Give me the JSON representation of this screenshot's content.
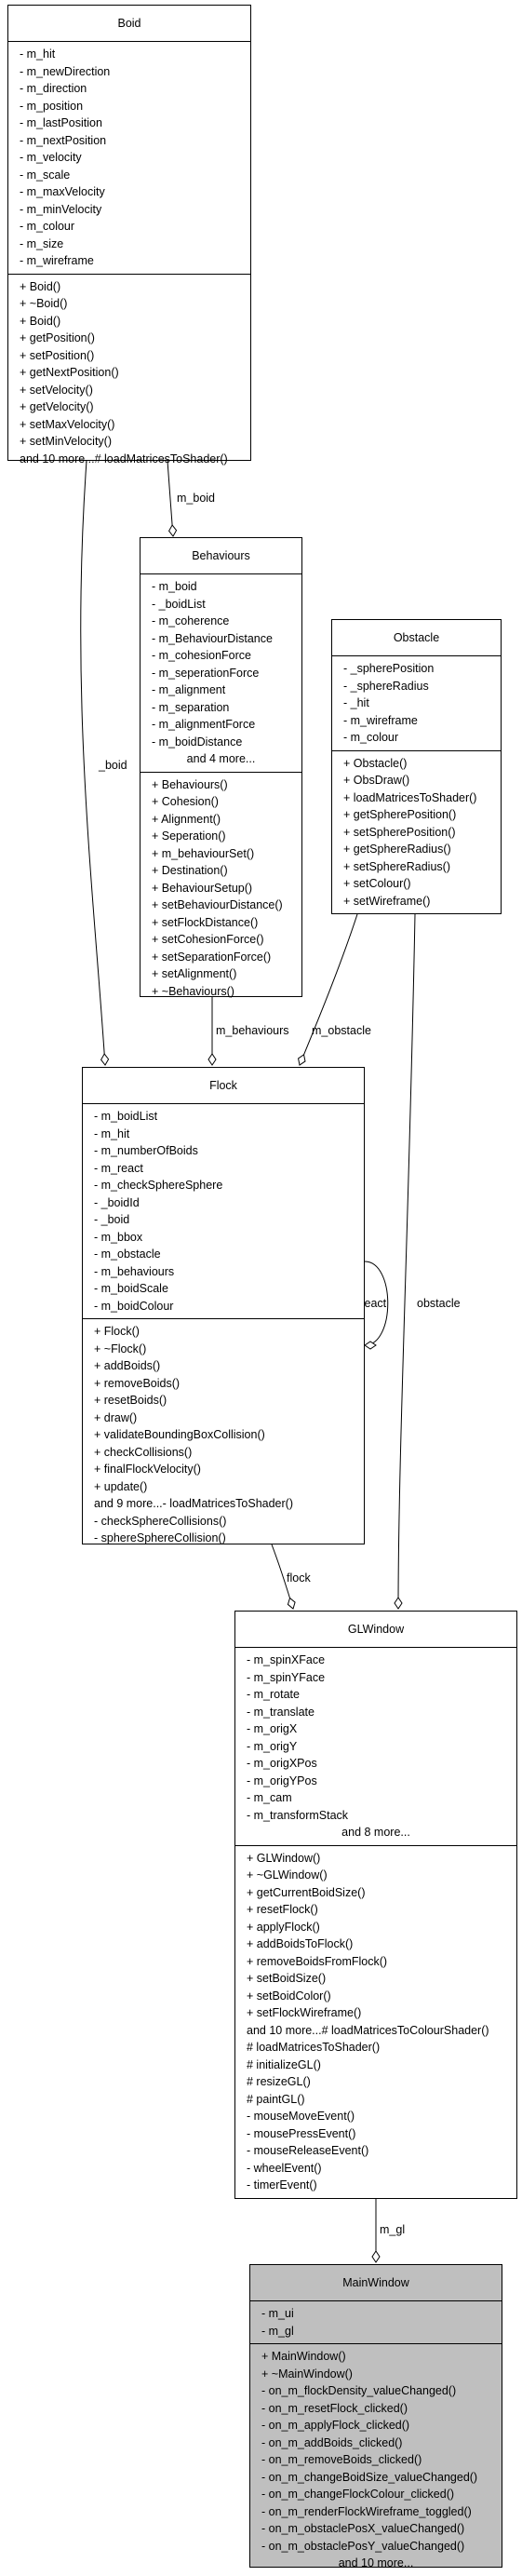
{
  "classes": {
    "boid": {
      "name": "Boid",
      "attributes": [
        "- m_hit",
        "- m_newDirection",
        "- m_direction",
        "- m_position",
        "- m_lastPosition",
        "- m_nextPosition",
        "- m_velocity",
        "- m_scale",
        "- m_maxVelocity",
        "- m_minVelocity",
        "- m_colour",
        "- m_size",
        "- m_wireframe"
      ],
      "methods": [
        "+ Boid()",
        "+ ~Boid()",
        "+ Boid()",
        "+ getPosition()",
        "+ setPosition()",
        "+ getNextPosition()",
        "+ setVelocity()",
        "+ getVelocity()",
        "+ setMaxVelocity()",
        "+ setMinVelocity()",
        "and 10 more...# loadMatricesToShader()"
      ]
    },
    "behaviours": {
      "name": "Behaviours",
      "attributes": [
        "- m_boid",
        "- _boidList",
        "- m_coherence",
        "- m_BehaviourDistance",
        "- m_cohesionForce",
        "- m_seperationForce",
        "- m_alignment",
        "- m_separation",
        "- m_alignmentForce",
        "- m_boidDistance"
      ],
      "attributes_more": "and 4 more...",
      "methods": [
        "+ Behaviours()",
        "+ Cohesion()",
        "+ Alignment()",
        "+ Seperation()",
        "+ m_behaviourSet()",
        "+ Destination()",
        "+ BehaviourSetup()",
        "+ setBehaviourDistance()",
        "+ setFlockDistance()",
        "+ setCohesionForce()",
        "+ setSeparationForce()",
        "+ setAlignment()",
        "+ ~Behaviours()"
      ]
    },
    "obstacle": {
      "name": "Obstacle",
      "attributes": [
        "- _spherePosition",
        "- _sphereRadius",
        "- _hit",
        "- m_wireframe",
        "- m_colour"
      ],
      "methods": [
        "+ Obstacle()",
        "+ ObsDraw()",
        "+ loadMatricesToShader()",
        "+ getSpherePosition()",
        "+ setSpherePosition()",
        "+ getSphereRadius()",
        "+ setSphereRadius()",
        "+ setColour()",
        "+ setWireframe()"
      ]
    },
    "flock": {
      "name": "Flock",
      "attributes": [
        "- m_boidList",
        "- m_hit",
        "- m_numberOfBoids",
        "- m_react",
        "- m_checkSphereSphere",
        "- _boidId",
        "- _boid",
        "- m_bbox",
        "- m_obstacle",
        "- m_behaviours",
        "- m_boidScale",
        "- m_boidColour"
      ],
      "methods": [
        "+ Flock()",
        "+ ~Flock()",
        "+ addBoids()",
        "+ removeBoids()",
        "+ resetBoids()",
        "+ draw()",
        "+ validateBoundingBoxCollision()",
        "+ checkCollisions()",
        "+ finalFlockVelocity()",
        "+ update()",
        "and 9 more...- loadMatricesToShader()",
        "- checkSphereCollisions()",
        "- sphereSphereCollision()"
      ]
    },
    "glwindow": {
      "name": "GLWindow",
      "attributes": [
        "- m_spinXFace",
        "- m_spinYFace",
        "- m_rotate",
        "- m_translate",
        "- m_origX",
        "- m_origY",
        "- m_origXPos",
        "- m_origYPos",
        "- m_cam",
        "- m_transformStack"
      ],
      "attributes_more": "and 8 more...",
      "methods": [
        "+ GLWindow()",
        "+ ~GLWindow()",
        "+ getCurrentBoidSize()",
        "+ resetFlock()",
        "+ applyFlock()",
        "+ addBoidsToFlock()",
        "+ removeBoidsFromFlock()",
        "+ setBoidSize()",
        "+ setBoidColor()",
        "+ setFlockWireframe()",
        "and 10 more...# loadMatricesToColourShader()",
        "# loadMatricesToShader()",
        "# initializeGL()",
        "# resizeGL()",
        "# paintGL()",
        "- mouseMoveEvent()",
        "- mousePressEvent()",
        "- mouseReleaseEvent()",
        "- wheelEvent()",
        "- timerEvent()"
      ]
    },
    "mainwindow": {
      "name": "MainWindow",
      "attributes": [
        "- m_ui",
        "- m_gl"
      ],
      "methods": [
        "+ MainWindow()",
        "+ ~MainWindow()",
        "- on_m_flockDensity_valueChanged()",
        "- on_m_resetFlock_clicked()",
        "- on_m_applyFlock_clicked()",
        "- on_m_addBoids_clicked()",
        "- on_m_removeBoids_clicked()",
        "- on_m_changeBoidSize_valueChanged()",
        "- on_m_changeFlockColour_clicked()",
        "- on_m_renderFlockWireframe_toggled()",
        "- on_m_obstaclePosX_valueChanged()",
        "- on_m_obstaclePosY_valueChanged()"
      ],
      "methods_more": "and 10 more..."
    }
  },
  "edges": [
    {
      "from": "boid",
      "to": "behaviours",
      "label": "m_boid"
    },
    {
      "from": "boid",
      "to": "flock",
      "label": "_boid"
    },
    {
      "from": "behaviours",
      "to": "flock",
      "label": "m_behaviours"
    },
    {
      "from": "obstacle",
      "to": "flock",
      "label": "m_obstacle"
    },
    {
      "from": "flock",
      "to": "flock",
      "label": "m_react"
    },
    {
      "from": "flock",
      "to": "glwindow",
      "label": "flock"
    },
    {
      "from": "obstacle",
      "to": "glwindow",
      "label": "obstacle"
    },
    {
      "from": "glwindow",
      "to": "mainwindow",
      "label": "m_gl"
    }
  ],
  "colors": {
    "line": "#000000",
    "highlight_fill": "#bfbfbf",
    "box_fill": "#ffffff"
  }
}
